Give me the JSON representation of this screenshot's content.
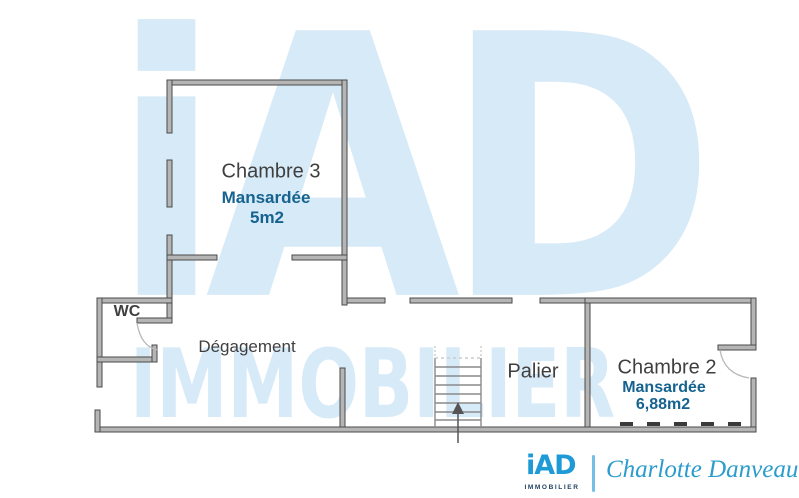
{
  "plan": {
    "rooms": {
      "chambre3": {
        "name": "Chambre 3",
        "attribute": "Mansardée",
        "area": "5m2"
      },
      "wc": {
        "name": "WC"
      },
      "degagement": {
        "name": "Dégagement"
      },
      "palier": {
        "name": "Palier"
      },
      "chambre2": {
        "name": "Chambre 2",
        "attribute": "Mansardée",
        "area": "6,88m2"
      }
    }
  },
  "watermark": {
    "line1": "iAD",
    "line2": "IMMOBILIER"
  },
  "footer": {
    "brand": "iAD",
    "brand_subtitle": "IMMOBILIER",
    "agent_name": "Charlotte Danveau"
  },
  "colors": {
    "brand_blue": "#1e9bd7",
    "room_sub_blue": "#166390",
    "watermark_blue": "#d7eaf8",
    "wall_fill": "#b5b5b5",
    "wall_stroke": "#4a4a4a",
    "footer_navy": "#1d4060",
    "agent_script_blue": "#2b9ccb"
  }
}
